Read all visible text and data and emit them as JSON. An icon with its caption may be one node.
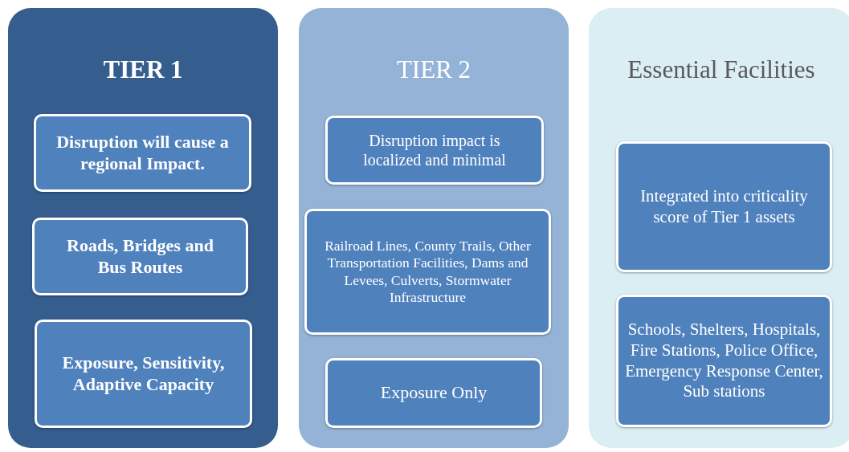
{
  "diagram": {
    "nodes": [
      {
        "text": [
          "TIER 1"
        ]
      },
      {
        "text": [
          "Disruption will cause a regional Impact."
        ],
        "in": 0
      },
      {
        "text": [
          "Roads, Bridges and Bus Routes"
        ],
        "in": 0
      },
      {
        "text": [
          "Exposure, Sensitivity, Adaptive Capacity"
        ],
        "in": 0
      },
      {
        "text": [
          "TIER 2"
        ]
      },
      {
        "text": [
          "Disruption impact is localized and minimal"
        ],
        "in": 4
      },
      {
        "text": [
          "Railroad Lines, County Trails, Other Transportation Facilities, Dams and Levees, Culverts, Stormwater Infrastructure"
        ],
        "in": 4
      },
      {
        "text": [
          "Exposure Only"
        ],
        "in": 4
      },
      {
        "text": [
          "Essential Facilities"
        ]
      },
      {
        "text": [
          "Integrated into criticality score of Tier 1 assets"
        ],
        "in": 8
      },
      {
        "text": [
          "Schools, Shelters, Hospitals, Fire Stations, Police Office, Emergency Response Center, Sub stations"
        ],
        "in": 8
      }
    ]
  }
}
